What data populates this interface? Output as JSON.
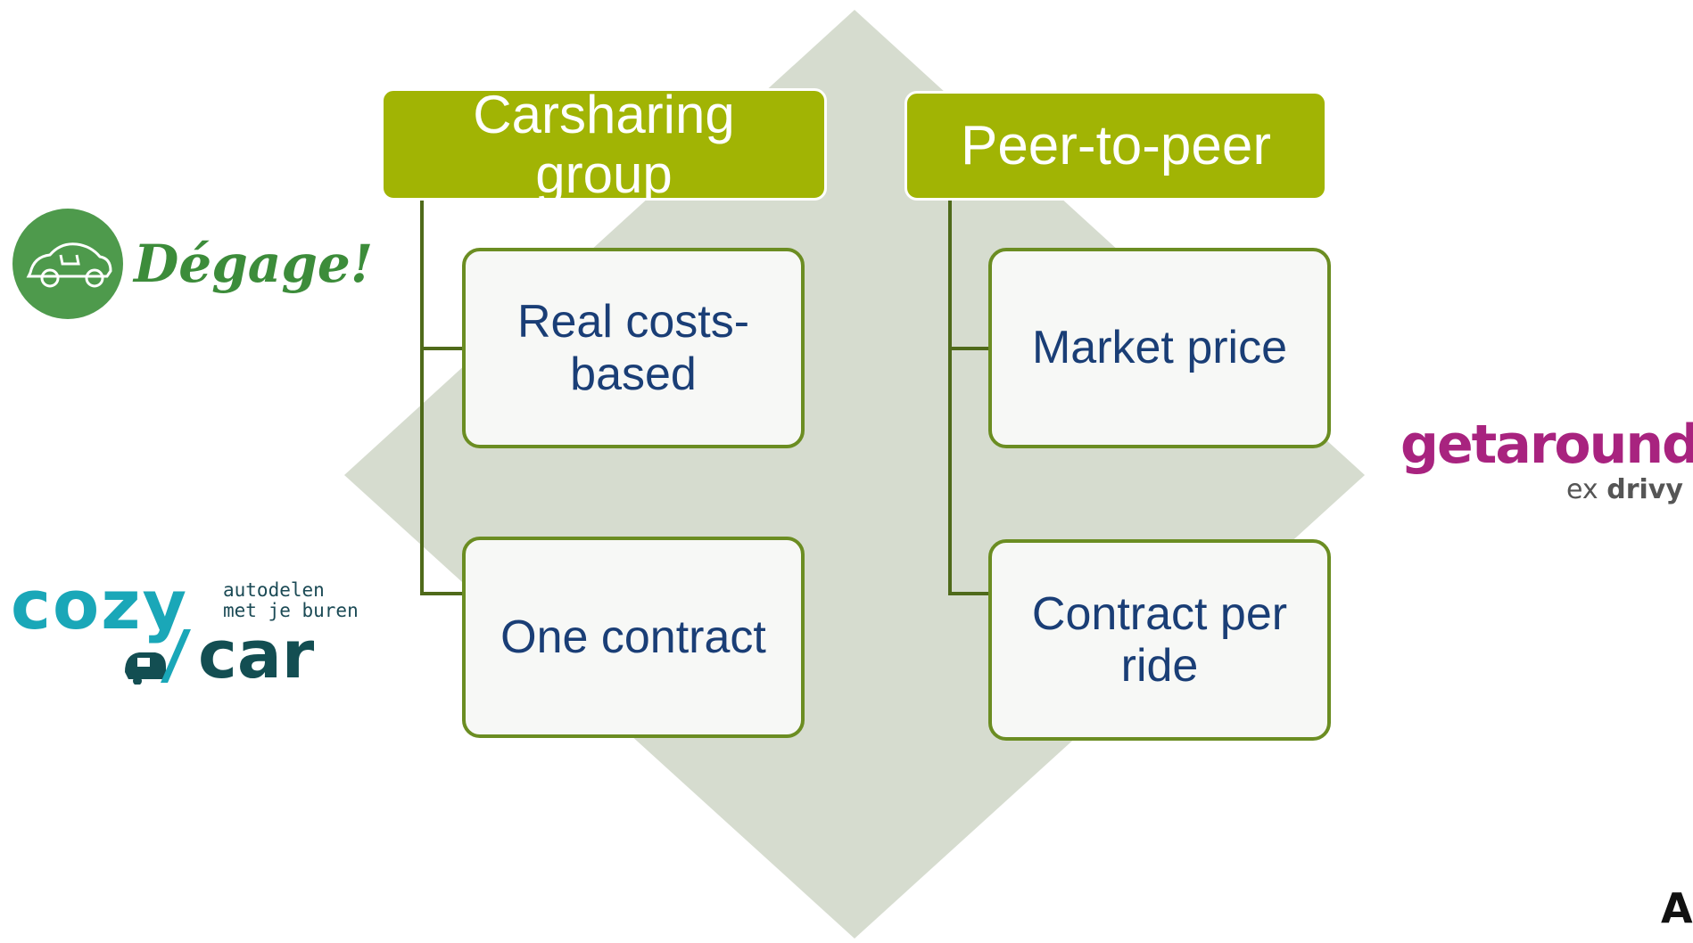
{
  "colors": {
    "diamond_fill": "#d6dccf",
    "header_fill": "#a1b404",
    "header_text": "#ffffff",
    "node_border": "#6b8d22",
    "node_fill": "#f7f8f6",
    "node_text": "#1a3e76",
    "connector": "#4f6a1a"
  },
  "groups": [
    {
      "header": "Carsharing group",
      "nodes": [
        "Real costs-based",
        "One contract"
      ]
    },
    {
      "header": "Peer-to-peer",
      "nodes": [
        "Market price",
        "Contract per ride"
      ]
    }
  ],
  "logos": {
    "degage": {
      "text": "Dégage!",
      "icon": "car-circle-icon",
      "color": "#3c8c3a"
    },
    "cozycar": {
      "word1": "cozy",
      "word2": "car",
      "tagline_1": "autodelen",
      "tagline_2": "met je buren",
      "icon": "plug-car-icon",
      "color": "#1aa7b8",
      "dark": "#134e52"
    },
    "getaround": {
      "text": "getaround",
      "sub_prefix": "ex",
      "sub_brand": "drivy",
      "color": "#a8237f"
    },
    "partial": {
      "text": "A"
    }
  }
}
